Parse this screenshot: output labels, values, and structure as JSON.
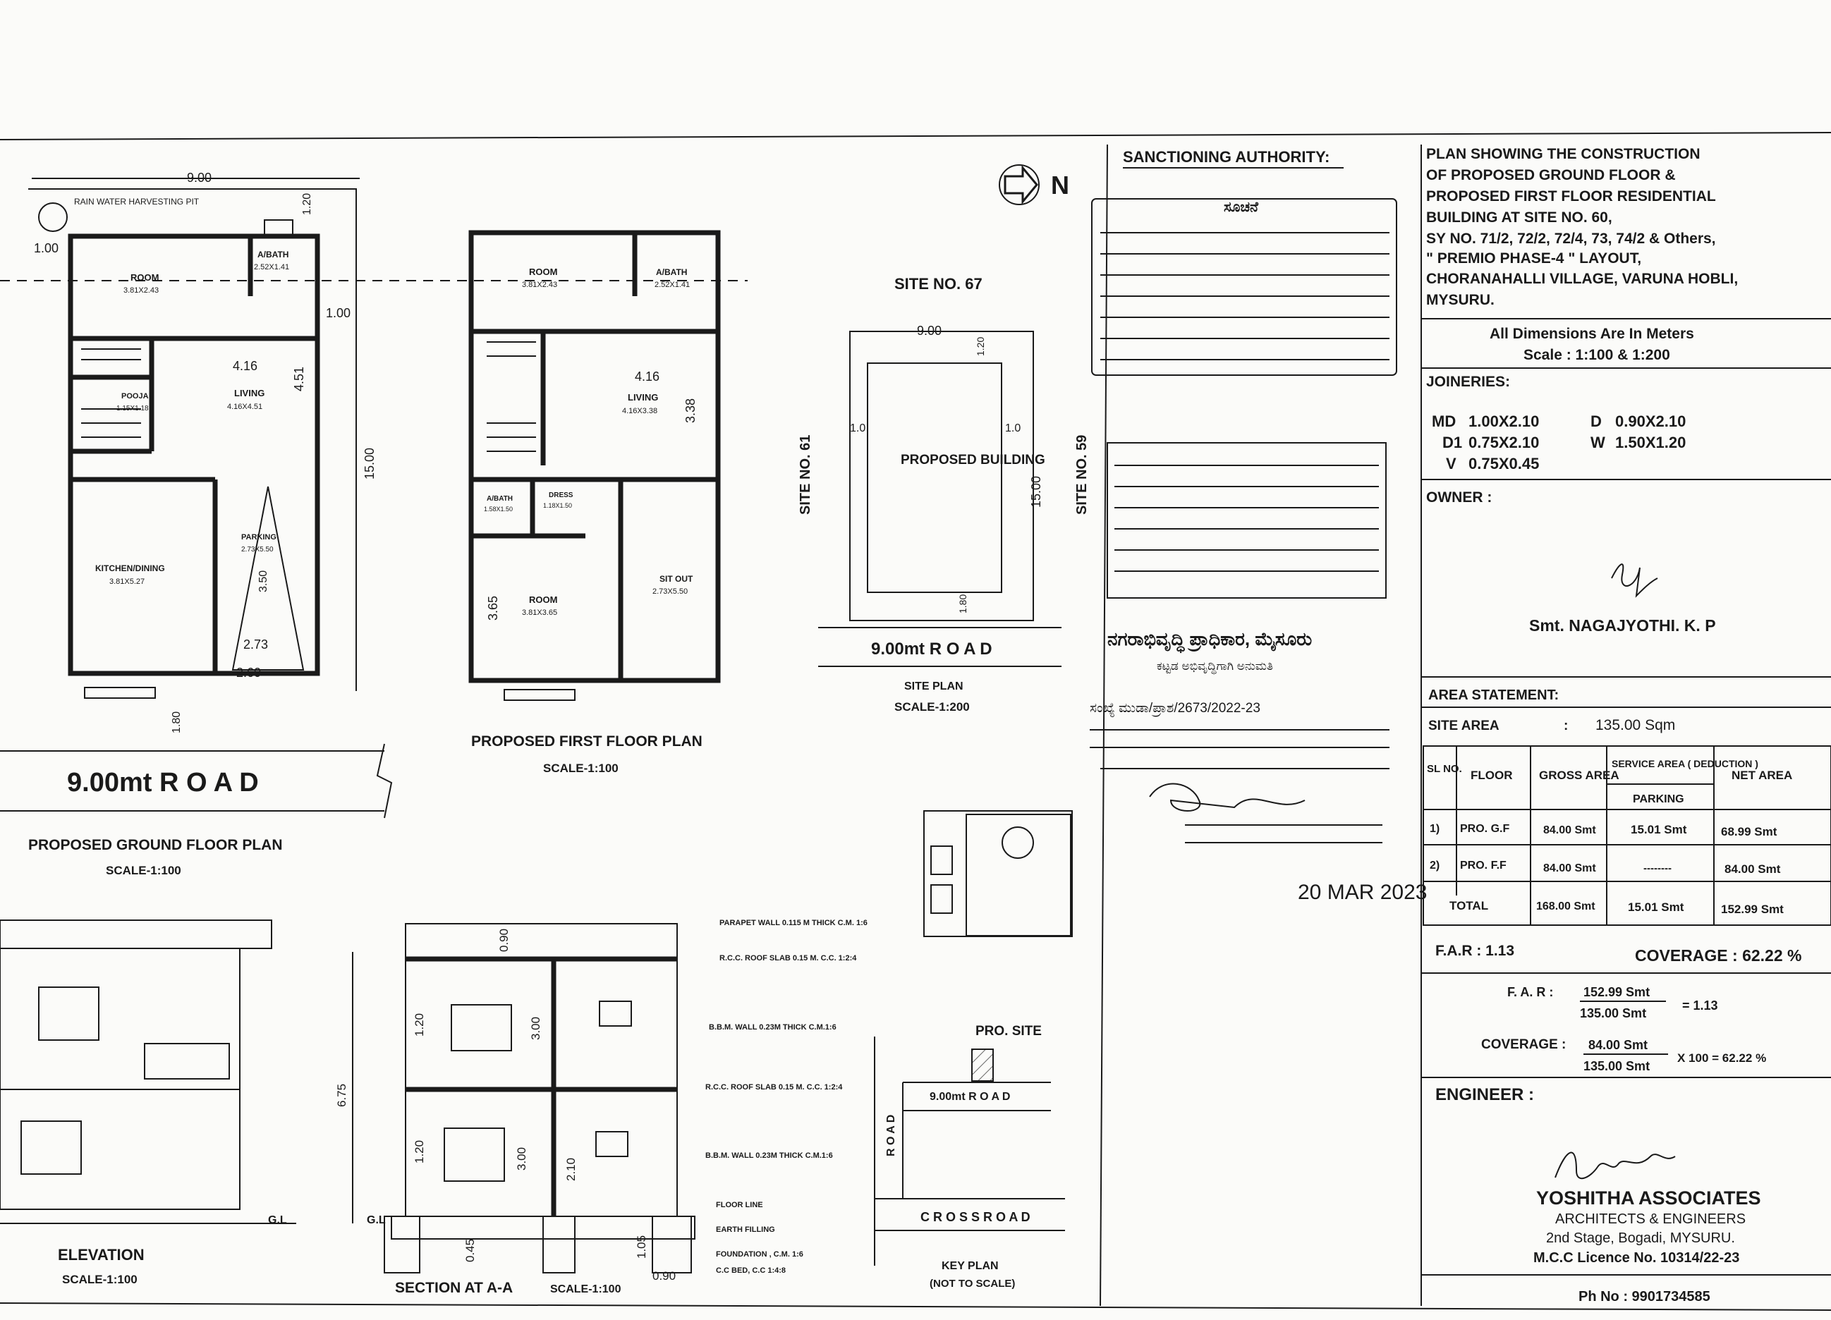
{
  "north": "N",
  "title_block": {
    "title_lines": [
      "PLAN SHOWING THE CONSTRUCTION",
      "OF PROPOSED GROUND FLOOR &",
      "PROPOSED FIRST FLOOR RESIDENTIAL",
      "BUILDING AT SITE NO. 60,",
      "SY NO. 71/2, 72/2, 72/4, 73, 74/2 & Others,",
      "\" PREMIO PHASE-4 \" LAYOUT,",
      "CHORANAHALLI VILLAGE, VARUNA HOBLI,",
      "MYSURU."
    ],
    "dimensions_note": "All Dimensions Are In Meters",
    "scale_note": "Scale : 1:100 & 1:200",
    "joineries_heading": "JOINERIES:",
    "joineries": [
      {
        "code": "MD",
        "size": "1.00X2.10"
      },
      {
        "code": "D",
        "size": "0.90X2.10"
      },
      {
        "code": "D1",
        "size": "0.75X2.10"
      },
      {
        "code": "W",
        "size": "1.50X1.20"
      },
      {
        "code": "V",
        "size": "0.75X0.45"
      }
    ],
    "owner_heading": "OWNER :",
    "owner_name": "Smt. NAGAJYOTHI. K. P",
    "area_heading": "AREA STATEMENT:",
    "site_area_label": "SITE AREA",
    "site_area_colon": ":",
    "site_area_value": "135.00 Sqm",
    "table_headers": {
      "sl": "SL NO.",
      "floor": "FLOOR",
      "gross": "GROSS AREA",
      "service": "SERVICE AREA ( DEDUCTION )",
      "parking": "PARKING",
      "net": "NET AREA"
    },
    "rows": [
      {
        "sl": "1)",
        "floor": "PRO. G.F",
        "gross": "84.00 Smt",
        "parking": "15.01 Smt",
        "net": "68.99 Smt"
      },
      {
        "sl": "2)",
        "floor": "PRO. F.F",
        "gross": "84.00 Smt",
        "parking": "--------",
        "net": "84.00 Smt"
      }
    ],
    "total_row": {
      "label": "TOTAL",
      "gross": "168.00 Smt",
      "parking": "15.01 Smt",
      "net": "152.99 Smt"
    },
    "far_label": "F.A.R : 1.13",
    "coverage_label": "COVERAGE : 62.22 %",
    "far_calc": {
      "prefix": "F. A. R :",
      "num": "152.99 Smt",
      "den": "135.00 Smt",
      "result": "= 1.13"
    },
    "coverage_calc": {
      "prefix": "COVERAGE :",
      "num": "84.00 Smt",
      "den": "135.00 Smt",
      "result": "X 100 = 62.22 %"
    },
    "engineer_heading": "ENGINEER :",
    "firm": "YOSHITHA ASSOCIATES",
    "firm_sub": "ARCHITECTS & ENGINEERS",
    "firm_addr": "2nd Stage, Bogadi, MYSURU.",
    "licence": "M.C.C Licence No. 10314/22-23",
    "phone": "Ph No : 9901734585"
  },
  "sanction": {
    "heading": "SANCTIONING AUTHORITY:",
    "stamp1_title": "ಸೂಚನೆ",
    "authority": "ನಗರಾಭಿವೃದ್ಧಿ ಪ್ರಾಧಿಕಾರ, ಮೈಸೂರು",
    "authority_sub": "ಕಟ್ಟಡ ಅಭಿವೃದ್ಧಿಗಾಗಿ ಅನುಮತಿ",
    "ref": "ಸಂಖ್ಯೆ ಮುಡಾ/ಪ್ರಾಶ/2673/2022-23",
    "date_stamp": "20 MAR 2023"
  },
  "ground_floor": {
    "title": "PROPOSED GROUND FLOOR PLAN",
    "scale": "SCALE-1:100",
    "road": "9.00mt  R O A D",
    "rwh": "RAIN WATER HARVESTING PIT",
    "rooms": [
      {
        "name": "ROOM",
        "size": "3.81X2.43"
      },
      {
        "name": "A/BATH",
        "size": "2.52X1.41"
      },
      {
        "name": "POOJA",
        "size": "1.15X1.18"
      },
      {
        "name": "LIVING",
        "size": "4.16X4.51"
      },
      {
        "name": "KITCHEN/DINING",
        "size": "3.81X5.27"
      },
      {
        "name": "PARKING",
        "size": "2.73X5.50"
      }
    ],
    "dims": [
      "9.00",
      "1.00",
      "1.20",
      "1.00",
      "4.16",
      "4.51",
      "15.00",
      "3.50",
      "2.73",
      "2.60",
      "1.80"
    ]
  },
  "first_floor": {
    "title": "PROPOSED FIRST FLOOR PLAN",
    "scale": "SCALE-1:100",
    "rooms": [
      {
        "name": "ROOM",
        "size": "3.81X2.43"
      },
      {
        "name": "A/BATH",
        "size": "2.52X1.41"
      },
      {
        "name": "LIVING",
        "size": "4.16X3.38"
      },
      {
        "name": "A/BATH",
        "size": "1.58X1.50"
      },
      {
        "name": "DRESS",
        "size": "1.18X1.50"
      },
      {
        "name": "ROOM",
        "size": "3.81X3.65"
      },
      {
        "name": "SIT OUT",
        "size": "2.73X5.50"
      }
    ],
    "dims": [
      "4.16",
      "3.38",
      "3.65"
    ]
  },
  "site_plan": {
    "title": "SITE PLAN",
    "scale": "SCALE-1:200",
    "north_site": "SITE NO. 67",
    "west_site": "SITE NO. 61",
    "east_site": "SITE NO. 59",
    "building": "PROPOSED BUILDING",
    "road": "9.00mt  R O A D",
    "dims": [
      "9.00",
      "1.20",
      "1.0",
      "1.0",
      "15.00",
      "1.80"
    ]
  },
  "elevation": {
    "title": "ELEVATION",
    "scale": "SCALE-1:100",
    "gl": "G.L"
  },
  "section": {
    "title": "SECTION AT A-A",
    "scale": "SCALE-1:100",
    "notes": [
      "PARAPET WALL 0.115 M THICK C.M. 1:6",
      "R.C.C. ROOF SLAB 0.15 M. C.C. 1:2:4",
      "B.B.M. WALL 0.23M THICK C.M.1:6",
      "R.C.C. ROOF SLAB 0.15 M. C.C. 1:2:4",
      "B.B.M. WALL 0.23M THICK C.M.1:6",
      "FLOOR LINE",
      "EARTH FILLING",
      "FOUNDATION , C.M. 1:6",
      "C.C BED, C.C 1:4:8"
    ],
    "dims": [
      "0.90",
      "1.20",
      "3.00",
      "6.75",
      "1.20",
      "3.00",
      "2.10",
      "0.45",
      "1.05",
      "0.90"
    ],
    "gl": "G.L"
  },
  "key_plan": {
    "title": "KEY PLAN",
    "sub": "(NOT TO SCALE)",
    "pro_site": "PRO. SITE",
    "road_top": "9.00mt  R O A D",
    "road_side": "R O A D",
    "cross_road": "C R O S S  R O A D"
  }
}
